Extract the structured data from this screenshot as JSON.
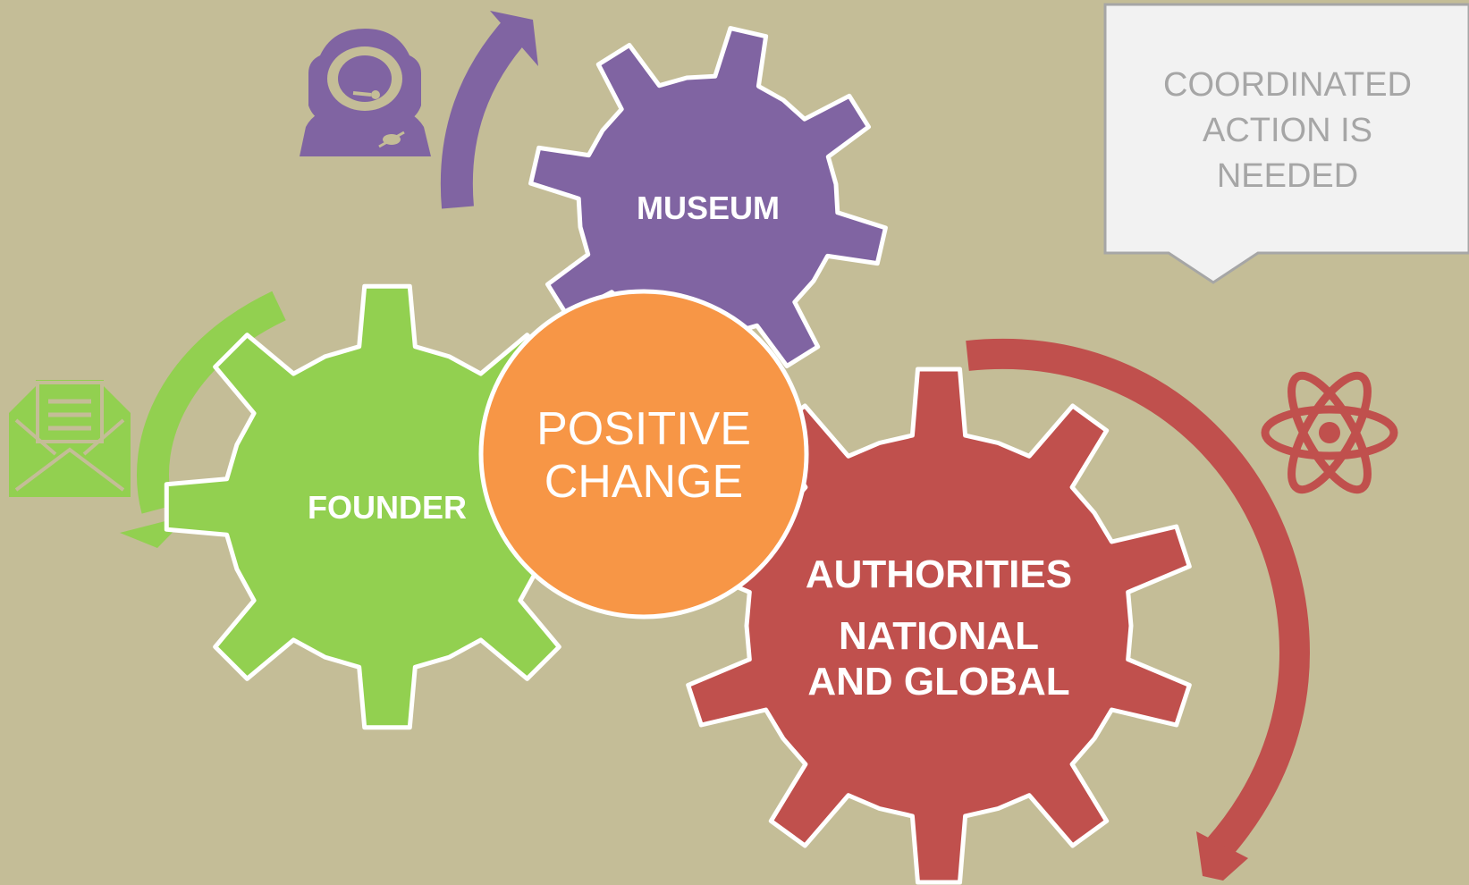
{
  "callout": {
    "lines": [
      "COORDINATED",
      "ACTION IS",
      "NEEDED"
    ]
  },
  "gears": {
    "museum": {
      "label": "MUSEUM",
      "color": "#8064a2"
    },
    "founder": {
      "label": "FOUNDER",
      "color": "#92d050"
    },
    "authorities": {
      "line1": "AUTHORITIES",
      "line2": "NATIONAL",
      "line3": "AND GLOBAL",
      "color": "#c0504d"
    }
  },
  "center": {
    "line1": "POSITIVE",
    "line2": "CHANGE",
    "color": "#f79646"
  },
  "icons": {
    "astronaut": "astronaut-icon",
    "envelope": "envelope-icon",
    "atom": "atom-icon"
  },
  "colors": {
    "background": "#c4bd97",
    "callout_fill": "#f2f2f2",
    "callout_text": "#a6a6a6"
  }
}
